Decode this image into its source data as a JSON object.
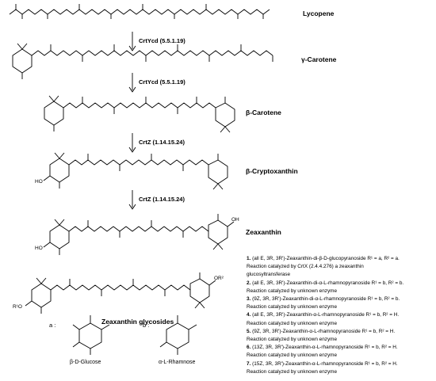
{
  "compounds": {
    "lycopene": "Lycopene",
    "gamma_carotene": "γ-Carotene",
    "beta_carotene": "β-Carotene",
    "beta_cryptoxanthin": "β-Cryptoxanthin",
    "zeaxanthin": "Zeaxanthin",
    "zeaxanthin_glycosides": "Zeaxanthin glycosides"
  },
  "enzymes": {
    "step1": "CrtYcd (5.5.1.19)",
    "step2": "CrtYcd (5.5.1.19)",
    "step3": "CrtZ (1.14.15.24)",
    "step4": "CrtZ (1.14.15.24)"
  },
  "substituents": {
    "a_label": "a :",
    "b_label": "b :",
    "glucose": "β-D-Glucose",
    "rhamnose": "α-L-Rhamnose",
    "oh": "HO",
    "oh_right": "OH",
    "r1o": "R¹O",
    "or2": "OR²"
  },
  "legend": [
    {
      "num": "1.",
      "text": "(all E, 3R, 3R')-Zeaxanthin-di-β-D-glucopyranoside R¹ = a, R² = a."
    },
    {
      "num": "",
      "text": "Reaction catalyzed by CrtX (2.4.4.276) a zeaxanthin"
    },
    {
      "num": "",
      "text": "glucosyltransferase"
    },
    {
      "num": "2.",
      "text": "(all E, 3R, 3R')-Zeaxanthin-di-α-L-rhamnopyranoside R¹ = b, R² = b."
    },
    {
      "num": "",
      "text": "Reaction catalyzed by unknown enzyme"
    },
    {
      "num": "3.",
      "text": "(9Z, 3R, 3R')-Zeaxanthin-di-α-L-rhamnopyranoside R¹ = b, R² = b."
    },
    {
      "num": "",
      "text": "Reaction catalyzed by unknown enzyme"
    },
    {
      "num": "4.",
      "text": "(all E, 3R, 3R')-Zeaxanthin-α-L-rhamnopyranoside R¹ = b, R² = H."
    },
    {
      "num": "",
      "text": "Reaction catalyzed by unknown enzyme"
    },
    {
      "num": "5.",
      "text": "(9Z, 3R, 3R')-Zeaxanthin-α-L-rhamnopyranoside R¹ = b, R² = H."
    },
    {
      "num": "",
      "text": "Reaction catalyzed by unknown enzyme"
    },
    {
      "num": "6.",
      "text": "(13Z, 3R, 3R')-Zeaxanthin-α-L-rhamnopyranoside R¹ = b, R² = H."
    },
    {
      "num": "",
      "text": "Reaction catalyzed by unknown enzyme"
    },
    {
      "num": "7.",
      "text": "(15Z, 3R, 3R')-Zeaxanthin-α-L-rhamnopyranoside R¹ = b, R² = H."
    },
    {
      "num": "",
      "text": "Reaction catalyzed by unknown enzyme"
    }
  ]
}
